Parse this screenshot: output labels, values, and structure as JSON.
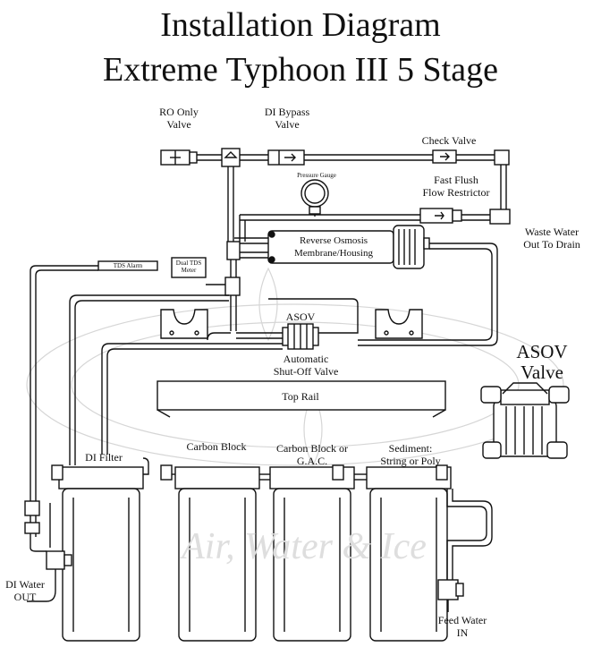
{
  "title": {
    "line1": "Installation Diagram",
    "line2": "Extreme Typhoon III 5 Stage"
  },
  "labels": {
    "ro_only_valve": [
      "RO Only",
      "Valve"
    ],
    "di_bypass_valve": [
      "DI Bypass",
      "Valve"
    ],
    "check_valve": "Check Valve",
    "pressure_gauge": "Pressure Gauge",
    "fast_flush": [
      "Fast Flush",
      "Flow Restrictor"
    ],
    "waste_water": [
      "Waste Water",
      "Out To Drain"
    ],
    "ro_membrane": [
      "Reverse Osmosis",
      "Membrane/Housing"
    ],
    "tds_alarm": "TDS Alarm",
    "dual_tds_meter": [
      "Dual TDS",
      "Meter"
    ],
    "asov": "ASOV",
    "automatic_shutoff": [
      "Automatic",
      "Shut-Off Valve"
    ],
    "asov_valve": [
      "ASOV",
      "Valve"
    ],
    "top_rail": "Top Rail",
    "di_filter": "DI Filter",
    "carbon_block": "Carbon Block",
    "carbon_block_gac": [
      "Carbon Block or",
      "G.A.C."
    ],
    "sediment": [
      "Sediment:",
      "String or Poly"
    ],
    "di_water_out": [
      "DI Water",
      "OUT"
    ],
    "feed_water_in": [
      "Feed Water",
      "IN"
    ],
    "watermark": "Air, Water & Ice"
  }
}
